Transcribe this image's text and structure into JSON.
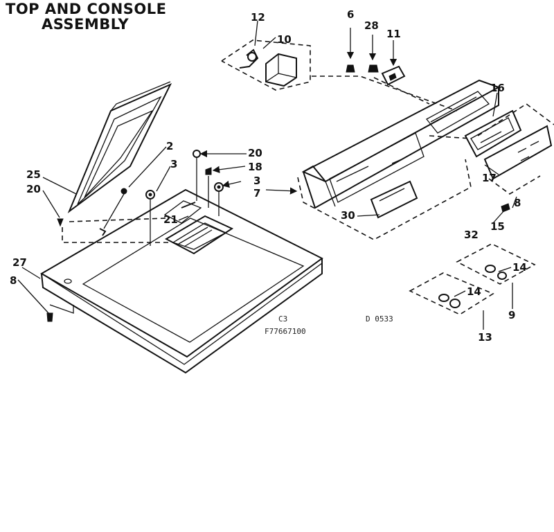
{
  "title": {
    "line1": "TOP AND CONSOLE",
    "line2": "ASSEMBLY"
  },
  "labels": {
    "p12": "12",
    "p10": "10",
    "p6": "6",
    "p28": "28",
    "p11": "11",
    "p16": "16",
    "p2": "2",
    "p3a": "3",
    "p25": "25",
    "p20a": "20",
    "p20b": "20",
    "p18": "18",
    "p3b": "3",
    "p7": "7",
    "p21": "21",
    "p17": "17",
    "p8a": "8",
    "p30": "30",
    "p32": "32",
    "p15": "15",
    "p27": "27",
    "p8b": "8",
    "p14a": "14",
    "p14b": "14",
    "p9": "9",
    "p13": "13"
  },
  "codes": {
    "c3": "C3",
    "model": "F77667100",
    "sheet": "D 0533"
  }
}
